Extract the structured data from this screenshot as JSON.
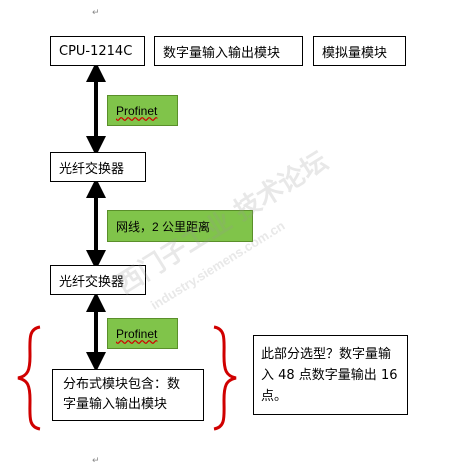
{
  "top_row": {
    "cpu_label": "CPU-1214C",
    "digital_io_label": "数字量输入输出模块",
    "analog_label": "模拟量模块"
  },
  "links": {
    "link1_label": "Profinet",
    "link2_label": "网线，2 公里距离",
    "link3_label": "Profinet"
  },
  "converters": {
    "converter1_label": "光纤交换器",
    "converter2_label": "光纤交换器"
  },
  "distributed": {
    "line1": "分布式模块包含：数",
    "line2": "字量输入输出模块"
  },
  "note": {
    "text": "此部分选型？数字量输入 48 点数字量输出 16 点。"
  },
  "watermark": {
    "line1": "西门子工业 技术论坛",
    "line2": "industry.siemens.com.cn"
  },
  "colors": {
    "label_fill": "#80c44a",
    "brace_color": "#d00000",
    "arrow_color": "#000000"
  }
}
